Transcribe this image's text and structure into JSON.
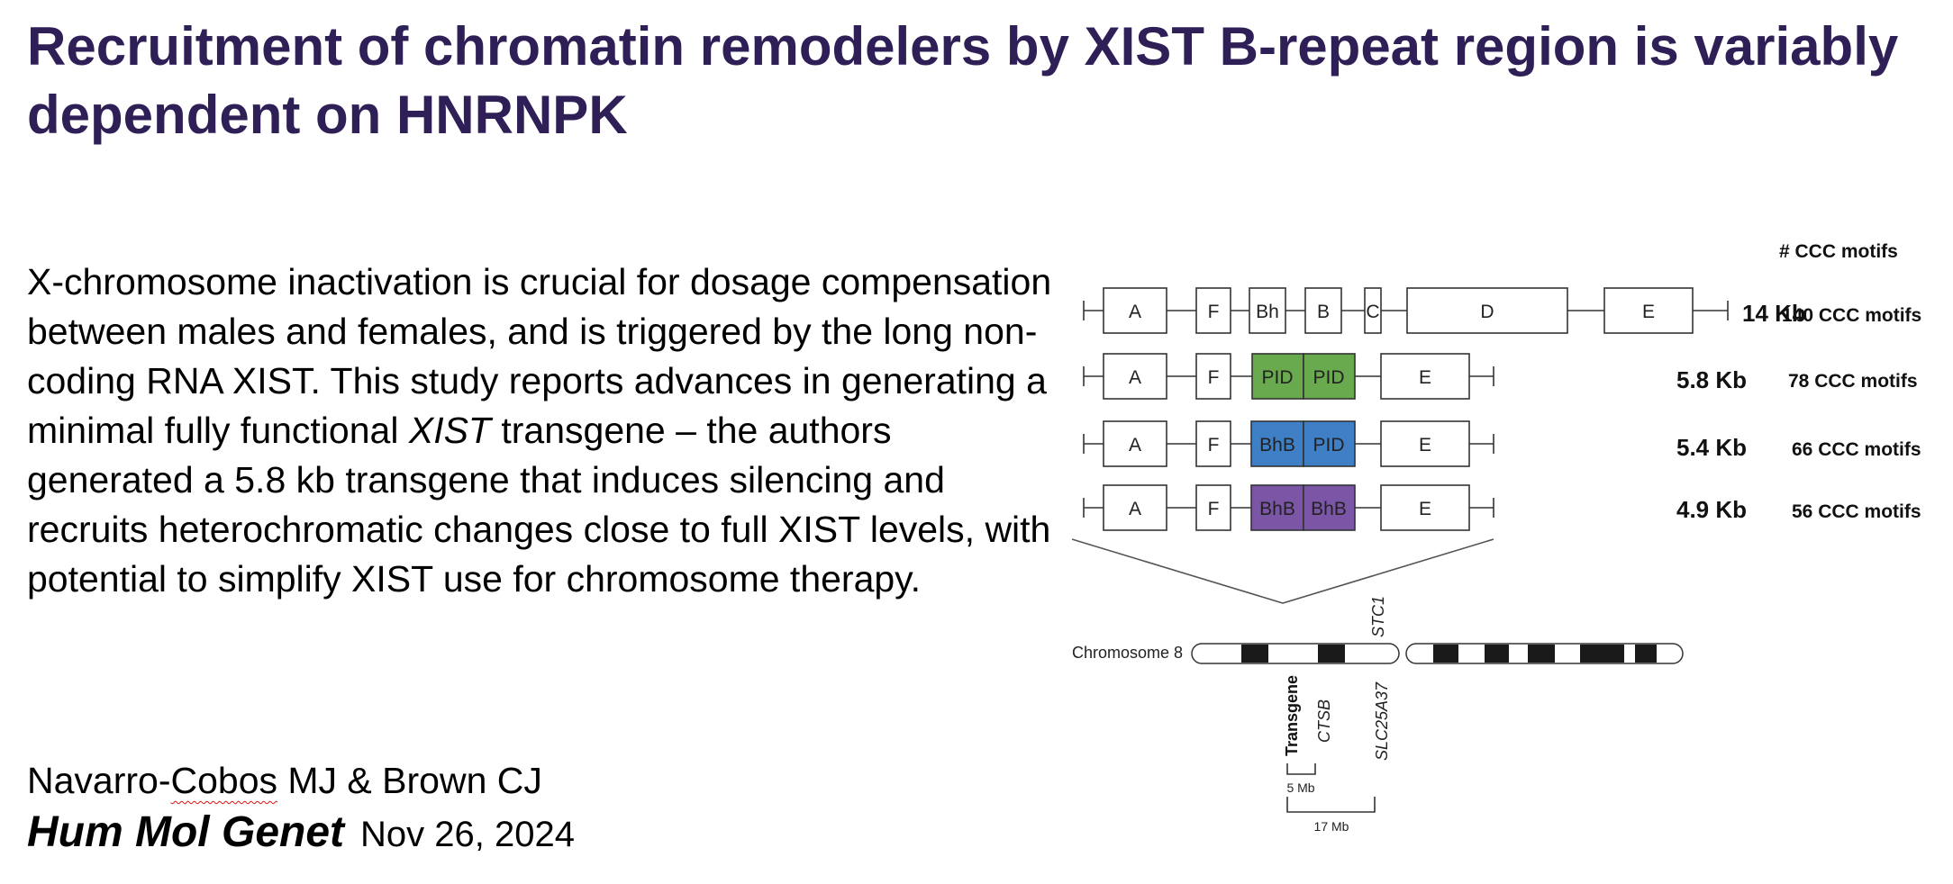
{
  "slide": {
    "title": "Recruitment of chromatin remodelers by XIST B-repeat region is variably dependent on HNRNPK",
    "summary": {
      "part1": "X-chromosome inactivation is crucial for dosage compensation between males and females, and is triggered by the long non-coding RNA XIST. This study reports advances in generating a minimal fully functional ",
      "italic": "XIST",
      "part2": " transgene – the authors generated a 5.8 kb transgene that induces silencing and recruits heterochromatic changes close to full XIST levels, with potential to simplify XIST use for chromosome therapy."
    },
    "authors": {
      "prefix": "Navarro-",
      "flagged": "Cobos",
      "suffix": " MJ & Brown CJ"
    },
    "journal": "Hum Mol Genet",
    "date": "Nov 26, 2024"
  },
  "figure": {
    "header": "# CCC motifs",
    "colors": {
      "pid": "#6aaa4f",
      "bhb_blue": "#3f7fc6",
      "bhb_purple": "#7b55a6",
      "band": "#1a1a1a",
      "outline": "#333333"
    },
    "constructs": [
      {
        "segments": [
          "A",
          "F",
          "Bh",
          "B",
          "C",
          "D",
          "E"
        ],
        "size": "14 Kb",
        "motifs": "140 CCC motifs"
      },
      {
        "segments": [
          "A",
          "F",
          "PID",
          "PID",
          "E"
        ],
        "size": "5.8 Kb",
        "motifs": "78 CCC motifs"
      },
      {
        "segments": [
          "A",
          "F",
          "BhB",
          "PID",
          "E"
        ],
        "size": "5.4 Kb",
        "motifs": "66 CCC motifs"
      },
      {
        "segments": [
          "A",
          "F",
          "BhB",
          "BhB",
          "E"
        ],
        "size": "4.9 Kb",
        "motifs": "56 CCC motifs"
      }
    ],
    "chromosome": {
      "label": "Chromosome 8",
      "top_gene": "STC1",
      "transgene": "Transgene",
      "genes": [
        "CTSB",
        "SLC25A37"
      ],
      "scale_small": "5 Mb",
      "scale_large": "17 Mb"
    }
  }
}
